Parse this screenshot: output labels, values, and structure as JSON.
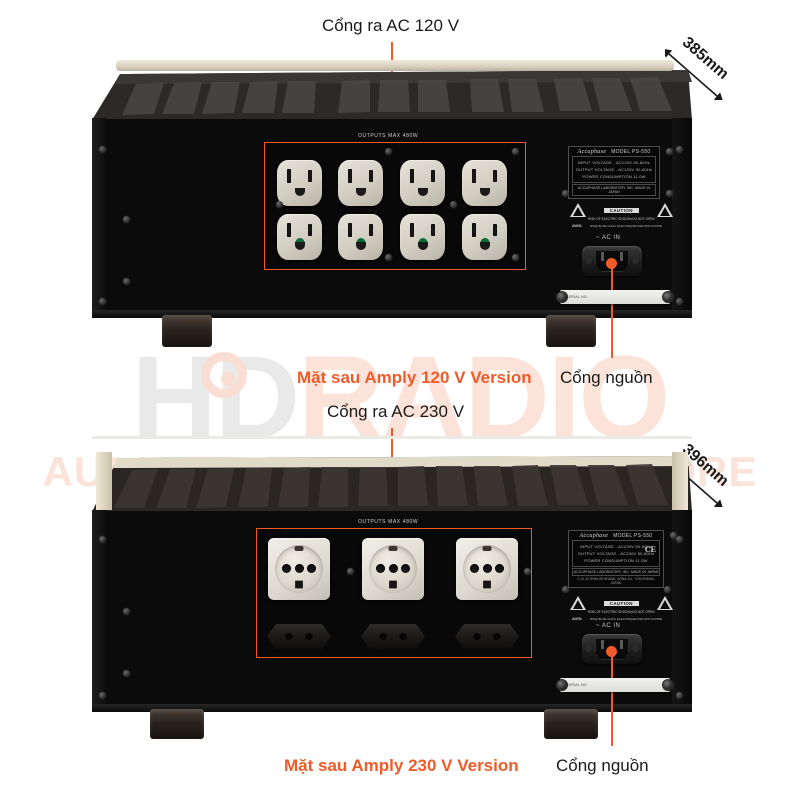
{
  "watermark": {
    "brand_hd": "HD",
    "brand_radio": "RADIO",
    "tagline": "AUDIO - HOME THEATER - STORE"
  },
  "colors": {
    "accent_orange": "#f15a29",
    "text_dark": "#1a1a1a",
    "chassis_black": "#0b0b0b",
    "faceplate_champagne": "#e6dfcd",
    "outlet_ivory": "#e6e2d8",
    "ground_green": "#0b6b3a"
  },
  "units": [
    {
      "id": "amp-120v",
      "caption": "Mặt sau Amply 120 V Version",
      "outlet_callout": "Cổng ra AC 120 V",
      "power_callout": "Cổng nguồn",
      "dimension": "385mm",
      "panel_tag": "OUTPUTS  MAX  480W",
      "outlets": {
        "type": "nema-5-15r",
        "rows": 2,
        "per_row": 4,
        "count": 8,
        "bottom_row_has_green_indicator": true
      },
      "spec_plate": {
        "brand": "Accuphase",
        "model": "MODEL  PS-550",
        "lines": [
          "INPUT VOLTAGE - AC120V 50-60Hz",
          "OUTPUT VOLTAGE - AC120V 50-60Hz",
          "POWER CONSUMPTION  11.0W"
        ],
        "footer": "ACCUPHASE LABORATORY, INC.    MADE IN JAPAN",
        "ce_mark": false
      },
      "caution": {
        "title": "CAUTION",
        "sub": "RISK OF ELECTRIC SHOCK\\nDO NOT OPEN",
        "avis": "AVIS:",
        "avis_text": "RISQUE DE CHOC ELECTRIQUE\\nNE PAS OUVRIR"
      },
      "ac_in_label": "~ AC IN",
      "serial_text": "SERIAL NO."
    },
    {
      "id": "amp-230v",
      "caption": "Mặt sau Amply 230 V Version",
      "outlet_callout": "Cổng ra AC 230 V",
      "power_callout": "Cổng nguồn",
      "dimension": "396mm",
      "panel_tag": "OUTPUTS  MAX  480W",
      "outlets": {
        "type": "schuko-and-euro",
        "schuko_count": 3,
        "euro_count": 3,
        "count": 6,
        "bottom_row_has_green_indicator": false
      },
      "spec_plate": {
        "brand": "Accuphase",
        "model": "MODEL  PS-550",
        "lines": [
          "INPUT VOLTAGE - AC230V 50-60Hz",
          "OUTPUT VOLTAGE - AC230V 50-60Hz",
          "POWER CONSUMPTION  11.0W"
        ],
        "footer": "ACCUPHASE LABORATORY, INC.    MADE IN JAPAN",
        "serial_note": "2-14-10 SHIN-ISHIKAWA, AOBA-KU, YOKOHAMA, JAPAN",
        "ce_mark": "CE"
      },
      "caution": {
        "title": "CAUTION",
        "sub": "RISK OF ELECTRIC SHOCK\\nDO NOT OPEN",
        "avis": "AVIS:",
        "avis_text": "RISQUE DE CHOC ELECTRIQUE\\nNE PAS OUVRIR"
      },
      "ac_in_label": "~ AC IN",
      "serial_text": "SERIAL NO."
    }
  ]
}
